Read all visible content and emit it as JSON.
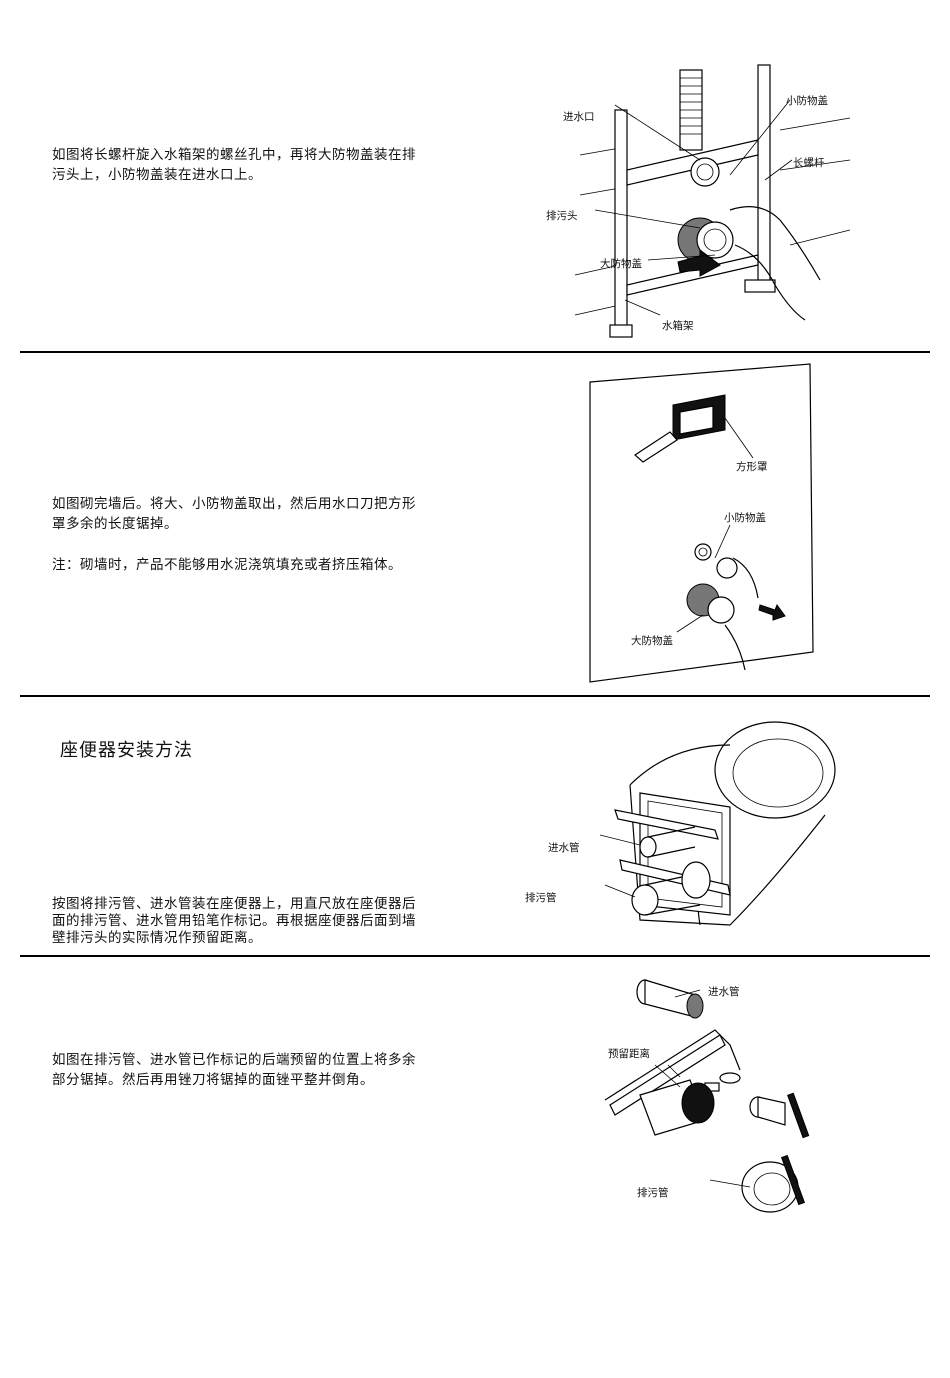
{
  "sections": [
    {
      "text_lines": [
        "如图将长螺杆旋入水箱架的螺丝孔中，再将大防物盖装在排",
        "污头上，小防物盖装在进水口上。"
      ],
      "labels": {
        "inlet": "进水口",
        "small_cap": "小防物盖",
        "long_screw": "长螺杆",
        "drain_head": "排污头",
        "big_cap": "大防物盖",
        "tank_frame": "水箱架"
      }
    },
    {
      "text_lines": [
        "如图砌完墙后。将大、小防物盖取出，然后用水口刀把方形",
        "罩多余的长度锯掉。"
      ],
      "note": "注：砌墙时，产品不能够用水泥浇筑填充或者挤压箱体。",
      "labels": {
        "square_cover": "方形罩",
        "small_cap": "小防物盖",
        "big_cap": "大防物盖"
      }
    },
    {
      "title": "座便器安装方法",
      "text_lines": [
        "按图将排污管、进水管装在座便器上，用直尺放在座便器后",
        "面的排污管、进水管用铅笔作标记。再根据座便器后面到墙",
        "壁排污头的实际情况作预留距离。"
      ],
      "labels": {
        "inlet_pipe": "进水管",
        "drain_pipe": "排污管"
      }
    },
    {
      "text_lines": [
        "如图在排污管、进水管已作标记的后端预留的位置上将多余",
        "部分锯掉。然后再用锉刀将锯掉的面锉平整并倒角。"
      ],
      "labels": {
        "inlet_pipe": "进水管",
        "reserve_distance": "预留距离",
        "drain_pipe": "排污管"
      }
    }
  ]
}
